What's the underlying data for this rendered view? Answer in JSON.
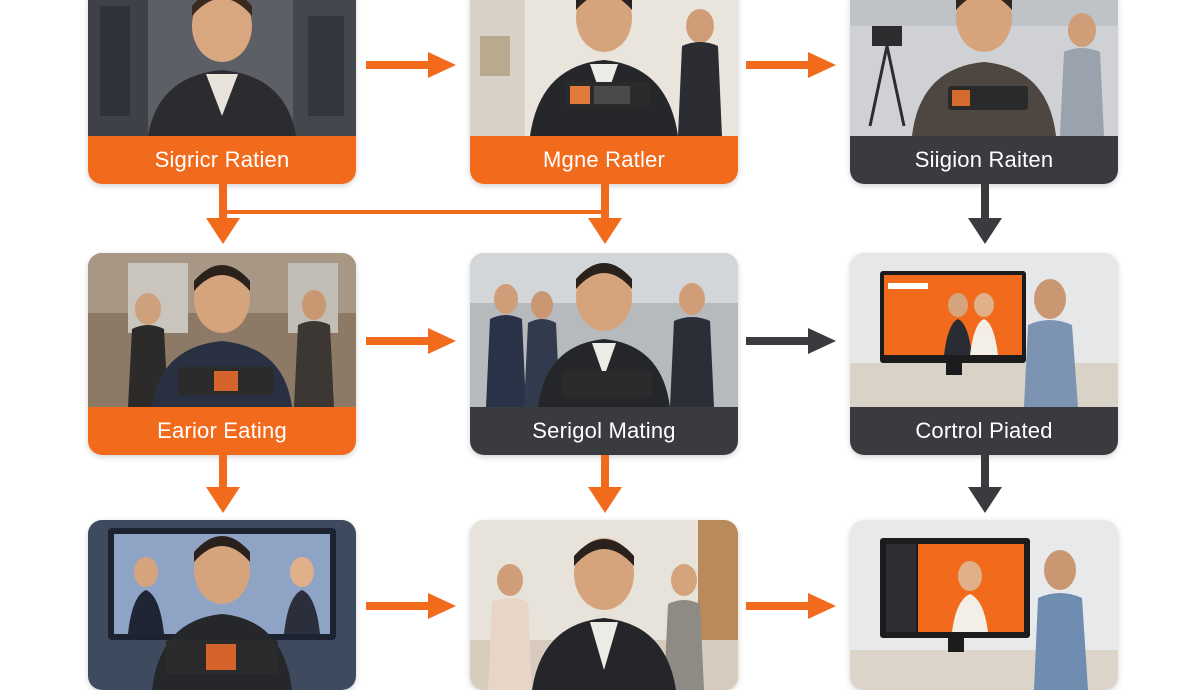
{
  "theme": {
    "accent": "#F26B1D",
    "dark": "#3A3B3F",
    "arrow_dark": "#3A3B3F",
    "background": "#FFFFFF"
  },
  "steps": [
    {
      "id": "r1c1",
      "label": "Sigricr Ratien",
      "style": "accent",
      "scene": "street-portrait"
    },
    {
      "id": "r1c2",
      "label": "Mgne Ratler",
      "style": "accent",
      "scene": "office-handheld-device"
    },
    {
      "id": "r1c3",
      "label": "Siigion Raiten",
      "style": "dark",
      "scene": "camera-studio"
    },
    {
      "id": "r2c1",
      "label": "Earior Eating",
      "style": "accent",
      "scene": "cafe-handheld-device"
    },
    {
      "id": "r2c2",
      "label": "Serigol Mating",
      "style": "dark",
      "scene": "meeting-group"
    },
    {
      "id": "r2c3",
      "label": "Cortrol Piated",
      "style": "dark",
      "scene": "monitor-presentation"
    },
    {
      "id": "r3c1",
      "label": "",
      "style": "none",
      "scene": "screen-backdrop"
    },
    {
      "id": "r3c2",
      "label": "",
      "style": "none",
      "scene": "office-portrait"
    },
    {
      "id": "r3c3",
      "label": "",
      "style": "none",
      "scene": "desk-monitor"
    }
  ]
}
